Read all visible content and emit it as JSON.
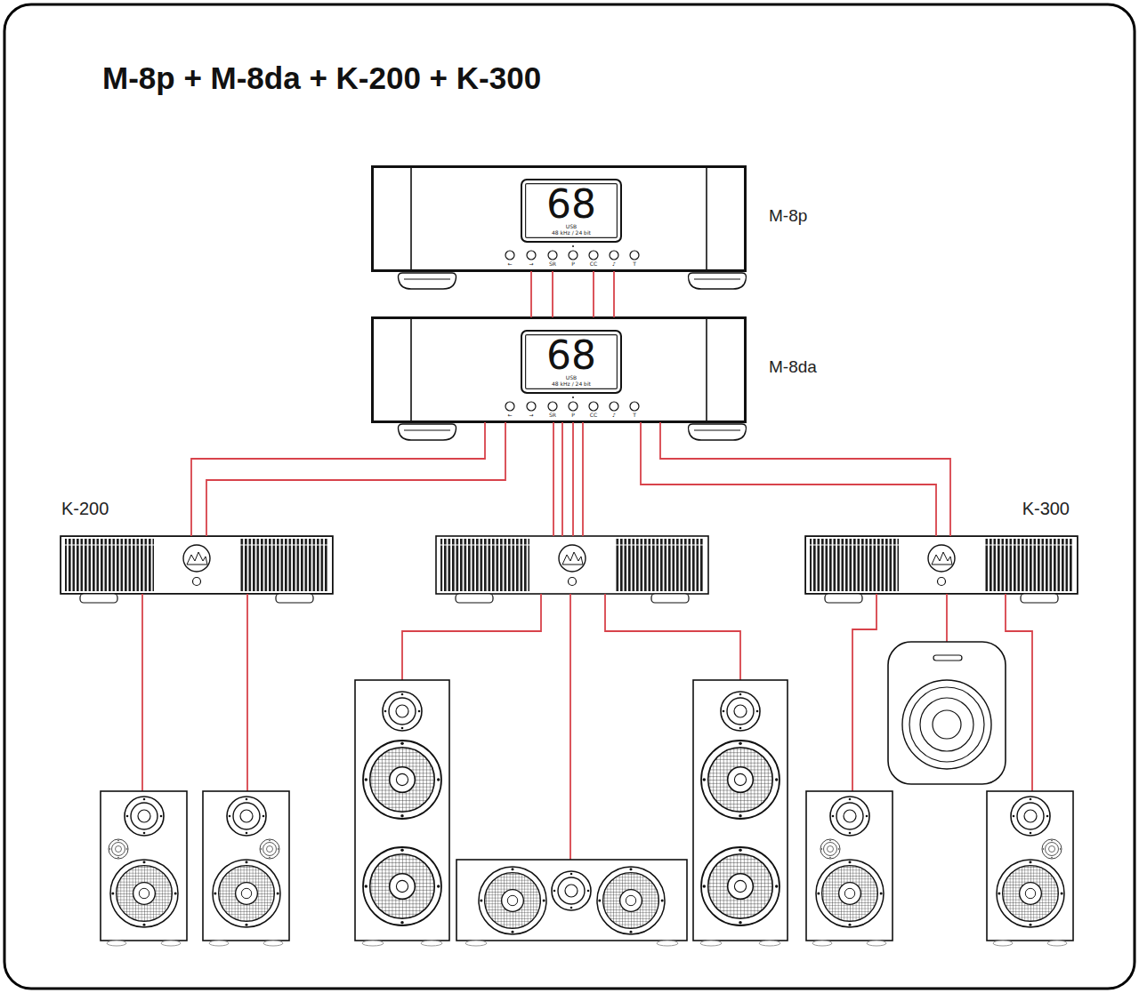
{
  "diagram": {
    "title": "M-8p + M-8da + K-200 + K-300",
    "nodes": [
      {
        "text": [
          "M-8p"
        ]
      },
      {
        "text": [
          "68",
          "USB",
          "48 kHz / 24 bit"
        ],
        "in": 0
      },
      {
        "text": [
          "M-8da"
        ]
      },
      {
        "text": [
          "68",
          "USB",
          "48 kHz / 24 bit"
        ],
        "in": 2
      },
      {
        "text": [
          "K-200"
        ]
      },
      {
        "text": [
          "K-300"
        ]
      }
    ],
    "edges": [
      {
        "from": 0,
        "to": 2,
        "arrow": "none"
      },
      {
        "from": 2,
        "to": 4,
        "arrow": "none"
      },
      {
        "from": 2,
        "to": 5,
        "arrow": "none"
      }
    ],
    "labels": [
      "←",
      "→",
      "SR",
      "P",
      "CC",
      "♪",
      "T",
      "←",
      "→",
      "SR",
      "P",
      "CC",
      "♪",
      "T"
    ]
  }
}
